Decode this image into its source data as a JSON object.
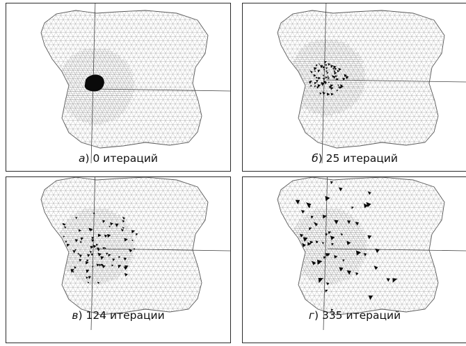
{
  "panels": [
    {
      "letter": "а",
      "rest": ") 0 итераций"
    },
    {
      "letter": "б",
      "rest": ") 25 итераций"
    },
    {
      "letter": "в",
      "rest": ") 124 итерации"
    },
    {
      "letter": "г",
      "rest": ") 335 итераций"
    }
  ],
  "colors": {
    "mesh_line": "#9a9a9a",
    "mesh_fill": "#ffffff",
    "marks": "#0a0a0a",
    "frame": "#2a2a2a"
  }
}
